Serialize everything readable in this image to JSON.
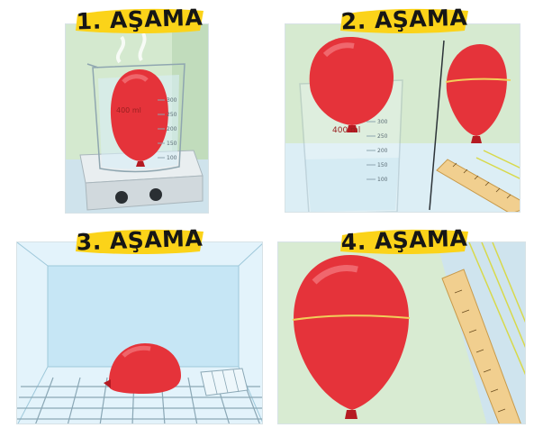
{
  "steps": [
    {
      "title": "1. AŞAMA"
    },
    {
      "title": "2. AŞAMA"
    },
    {
      "title": "3. AŞAMA"
    },
    {
      "title": "4. AŞAMA"
    }
  ],
  "beaker_labels": {
    "volume_1": "400 ml",
    "volume_2": "400 ml"
  },
  "beaker_scale": [
    "300",
    "250",
    "200",
    "150",
    "100"
  ],
  "colors": {
    "banner_yellow": "#fbd319",
    "balloon_red": "#e5333a",
    "balloon_dark": "#b51a22",
    "wall_green": "#cfe6c8",
    "frost_blue": "#dff2fb",
    "ruler_wood": "#f1cf8f"
  }
}
